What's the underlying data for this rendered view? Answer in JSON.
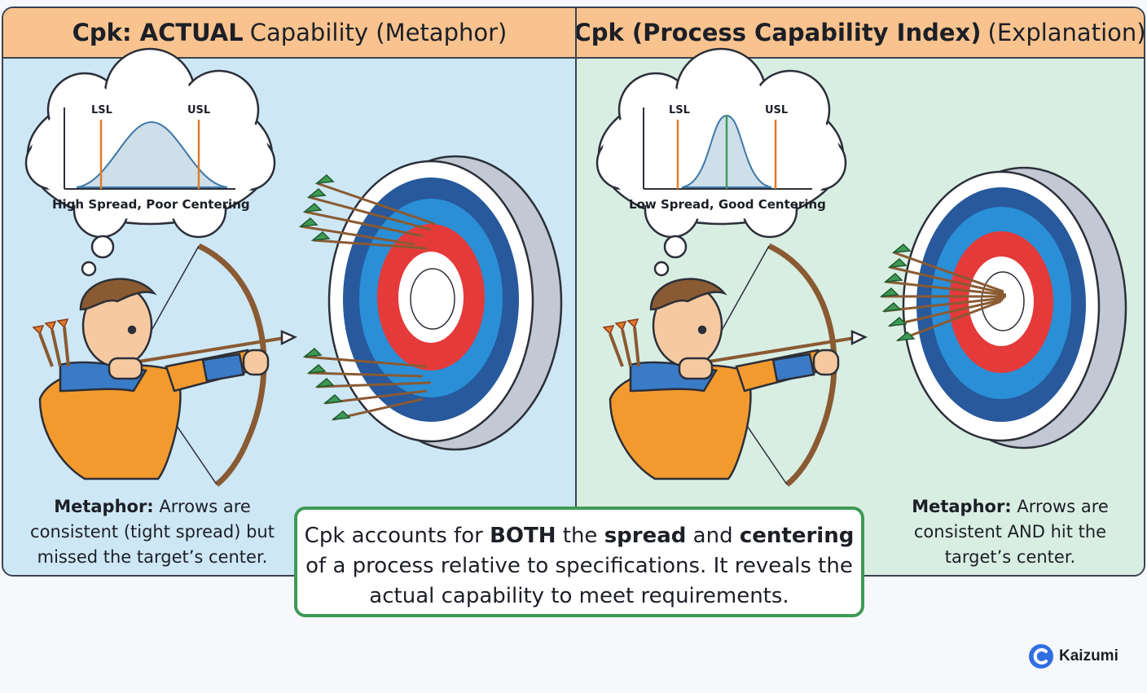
{
  "left": {
    "title_bold": "Cpk: ACTUAL",
    "title_rest": "Capability (Metaphor)",
    "cloud": {
      "lsl": "LSL",
      "usl": "USL",
      "label": "High Spread, Poor Centering"
    },
    "caption_bold": "Metaphor:",
    "caption_rest": "Arrows are consistent (tight spread) but missed the target’s center."
  },
  "right": {
    "title_bold": "Cpk (Process Capability Index)",
    "title_rest": "(Explanation)",
    "cloud": {
      "lsl": "LSL",
      "usl": "USL",
      "label": "Low Spread, Good Centering"
    },
    "caption_bold": "Metaphor:",
    "caption_rest": "Arrows are consistent AND hit the target’s center."
  },
  "callout": {
    "t1": "Cpk accounts for",
    "b1": "BOTH",
    "t2": "the",
    "b2": "spread",
    "t3": "and",
    "b3": "centering",
    "t4": "of a process relative to specifications. It reveals the actual capability to meet requirements."
  },
  "brand": {
    "name": "Kaizumi",
    "logo_icon": "kaizumi-logo-icon"
  },
  "colors": {
    "header": "#f8c38f",
    "left_bg": "#cde7f5",
    "right_bg": "#d9eee3",
    "callout_border": "#3f9a55",
    "target_red": "#e53a3a",
    "target_blue": "#2a8fd6",
    "target_dark": "#27599c",
    "spec_line": "#e07b2a",
    "center_line": "#3f9a55"
  }
}
